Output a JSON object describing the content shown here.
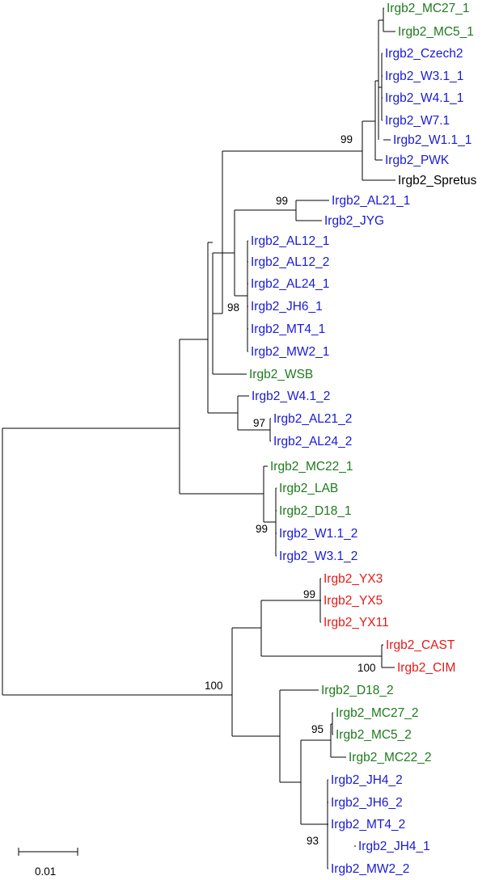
{
  "colors": {
    "musculus_group": "#1a1ad6",
    "domesticus_group": "#1f7a1f",
    "castaneus_group": "#e31a1a",
    "outgroup": "#000000",
    "branch": "#000000"
  },
  "tree": {
    "leaves": [
      {
        "id": "mc27_1",
        "label": "Irgb2_MC27_1",
        "color": "domesticus_group"
      },
      {
        "id": "mc5_1",
        "label": "Irgb2_MC5_1",
        "color": "domesticus_group"
      },
      {
        "id": "czech2",
        "label": "Irgb2_Czech2",
        "color": "musculus_group"
      },
      {
        "id": "w31_1",
        "label": "Irgb2_W3.1_1",
        "color": "musculus_group"
      },
      {
        "id": "w41_1",
        "label": "Irgb2_W4.1_1",
        "color": "musculus_group"
      },
      {
        "id": "w71",
        "label": "Irgb2_W7.1",
        "color": "musculus_group"
      },
      {
        "id": "w11_1",
        "label": "Irgb2_W1.1_1",
        "color": "musculus_group"
      },
      {
        "id": "pwk",
        "label": "Irgb2_PWK",
        "color": "musculus_group"
      },
      {
        "id": "spretus",
        "label": "Irgb2_Spretus",
        "color": "outgroup"
      },
      {
        "id": "al21_1",
        "label": "Irgb2_AL21_1",
        "color": "musculus_group"
      },
      {
        "id": "jyg",
        "label": "Irgb2_JYG",
        "color": "musculus_group"
      },
      {
        "id": "al12_1",
        "label": "Irgb2_AL12_1",
        "color": "musculus_group"
      },
      {
        "id": "al12_2",
        "label": "Irgb2_AL12_2",
        "color": "musculus_group"
      },
      {
        "id": "al24_1",
        "label": "Irgb2_AL24_1",
        "color": "musculus_group"
      },
      {
        "id": "jh6_1",
        "label": "Irgb2_JH6_1",
        "color": "musculus_group"
      },
      {
        "id": "mt4_1",
        "label": "Irgb2_MT4_1",
        "color": "musculus_group"
      },
      {
        "id": "mw2_1",
        "label": "Irgb2_MW2_1",
        "color": "musculus_group"
      },
      {
        "id": "wsb",
        "label": "Irgb2_WSB",
        "color": "domesticus_group"
      },
      {
        "id": "w41_2",
        "label": "Irgb2_W4.1_2",
        "color": "musculus_group"
      },
      {
        "id": "al21_2",
        "label": "Irgb2_AL21_2",
        "color": "musculus_group"
      },
      {
        "id": "al24_2",
        "label": "Irgb2_AL24_2",
        "color": "musculus_group"
      },
      {
        "id": "mc22_1",
        "label": "Irgb2_MC22_1",
        "color": "domesticus_group"
      },
      {
        "id": "lab",
        "label": "Irgb2_LAB",
        "color": "domesticus_group"
      },
      {
        "id": "d18_1",
        "label": "Irgb2_D18_1",
        "color": "domesticus_group"
      },
      {
        "id": "w11_2",
        "label": "Irgb2_W1.1_2",
        "color": "musculus_group"
      },
      {
        "id": "w31_2",
        "label": "Irgb2_W3.1_2",
        "color": "musculus_group"
      },
      {
        "id": "yx3",
        "label": "Irgb2_YX3",
        "color": "castaneus_group"
      },
      {
        "id": "yx5",
        "label": "Irgb2_YX5",
        "color": "castaneus_group"
      },
      {
        "id": "yx11",
        "label": "Irgb2_YX11",
        "color": "castaneus_group"
      },
      {
        "id": "cast",
        "label": "Irgb2_CAST",
        "color": "castaneus_group"
      },
      {
        "id": "cim",
        "label": "Irgb2_CIM",
        "color": "castaneus_group"
      },
      {
        "id": "d18_2",
        "label": "Irgb2_D18_2",
        "color": "domesticus_group"
      },
      {
        "id": "mc27_2",
        "label": "Irgb2_MC27_2",
        "color": "domesticus_group"
      },
      {
        "id": "mc5_2",
        "label": "Irgb2_MC5_2",
        "color": "domesticus_group"
      },
      {
        "id": "mc22_2",
        "label": "Irgb2_MC22_2",
        "color": "domesticus_group"
      },
      {
        "id": "jh4_2",
        "label": "Irgb2_JH4_2",
        "color": "musculus_group"
      },
      {
        "id": "jh6_2",
        "label": "Irgb2_JH6_2",
        "color": "musculus_group"
      },
      {
        "id": "mt4_2",
        "label": "Irgb2_MT4_2",
        "color": "musculus_group"
      },
      {
        "id": "jh4_1",
        "label": "Irgb2_JH4_1",
        "color": "musculus_group"
      },
      {
        "id": "mw2_2",
        "label": "Irgb2_MW2_2",
        "color": "musculus_group"
      }
    ],
    "bootstrap": [
      {
        "id": "bs_musculus_core",
        "value": "99"
      },
      {
        "id": "bs_al21_jyg",
        "value": "99"
      },
      {
        "id": "bs_al_group",
        "value": "98"
      },
      {
        "id": "bs_al21_2_al24_2",
        "value": "97"
      },
      {
        "id": "bs_mc22_group",
        "value": "99"
      },
      {
        "id": "bs_yx_group",
        "value": "99"
      },
      {
        "id": "bs_cast_cim",
        "value": "100"
      },
      {
        "id": "bs_cast_clade",
        "value": "100"
      },
      {
        "id": "bs_mc_group",
        "value": "95"
      },
      {
        "id": "bs_jh_group",
        "value": "93"
      }
    ]
  },
  "scale_bar": {
    "label": "0.01"
  }
}
